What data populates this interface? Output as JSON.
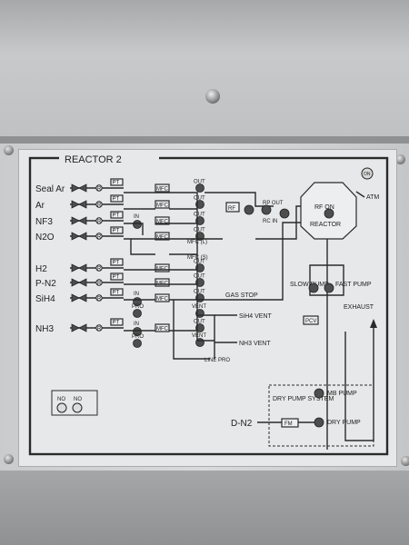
{
  "title": "REACTOR   2",
  "gas_lines": [
    "Seal Ar",
    "Ar",
    "NF3",
    "N2O",
    "H2",
    "P-N2",
    "SiH4",
    "NH3"
  ],
  "gauge_tag": "PT",
  "regulator_tag": "R",
  "mfc_tag": "MFC",
  "out_tag": "OUT",
  "in_tag": "IN",
  "vent_tag": "VENT",
  "pro_tag": "PRO",
  "lines": {
    "mfc_l": "MFC (L)",
    "mfc_s": "MFC (S)",
    "gas_stop": "GAS STOP",
    "sih4_vent": "SiH4 VENT",
    "nh3_vent": "NH3 VENT",
    "line_pro": "LINE PRO"
  },
  "rf": {
    "rp": "RF",
    "rp_out": "RP OUT",
    "rc_in": "RC IN",
    "rf_on": "RF ON",
    "reactor": "REACTOR",
    "on": "ON",
    "atm": "ATM"
  },
  "pumps": {
    "slow": "SLOW PUMP",
    "fast": "FAST PUMP",
    "pcv": "PCV",
    "exhaust": "EXHAUST",
    "mb": "MB PUMP",
    "dry": "DRY PUMP",
    "dry_system": "DRY PUMP SYSTEM",
    "fm": "FM"
  },
  "dn2": "D-N2",
  "indicators": {
    "no1": "NO",
    "no2": "NO"
  }
}
